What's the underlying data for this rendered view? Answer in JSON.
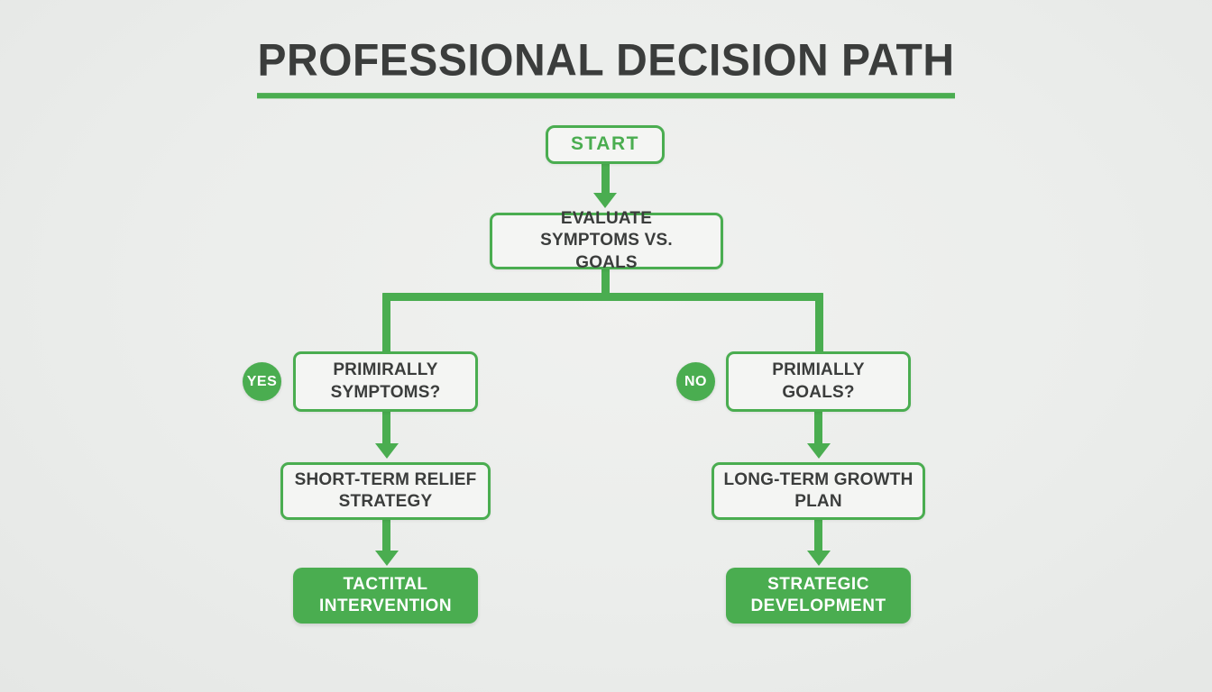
{
  "title": "PROFESSIONAL DECISION PATH",
  "colors": {
    "accent_green": "#4aad50",
    "background": "#ebedeb",
    "text_dark": "#3b3d3c"
  },
  "flowchart": {
    "start": {
      "label": "START"
    },
    "evaluate": {
      "label": "EVALUATE SYMPTOMS VS. GOALS"
    },
    "left_branch": {
      "badge": "YES",
      "question": "PRIMIRALLY SYMPTOMS?",
      "strategy": "SHORT-TERM RELIEF STRATEGY",
      "outcome": "TACTITAL INTERVENTION"
    },
    "right_branch": {
      "badge": "NO",
      "question": "PRIMIALLY GOALS?",
      "strategy": "LONG-TERM GROWTH PLAN",
      "outcome": "STRATEGIC DEVELOPMENT"
    }
  }
}
